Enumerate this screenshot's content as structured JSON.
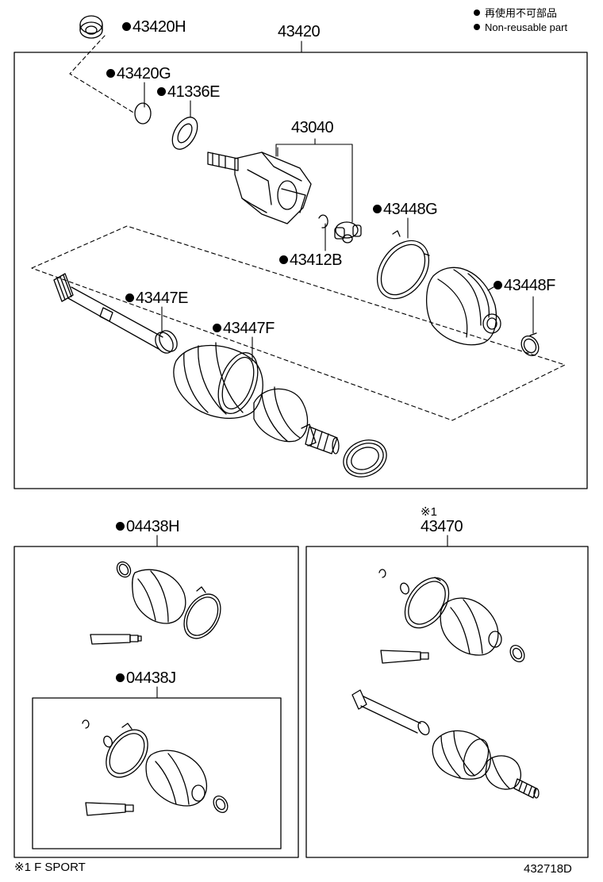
{
  "legend": {
    "line_ja": "再使用不可部品",
    "line_en": "Non-reusable part"
  },
  "assemblies": {
    "main": "43420",
    "inner_joint": "43040",
    "boot_kit_outer": "04438H",
    "boot_kit_inner": "04438J",
    "fsport_ref": "※1",
    "fsport_assy": "43470"
  },
  "parts": {
    "p43420H": "43420H",
    "p43420G": "43420G",
    "p41336E": "41336E",
    "p43448G": "43448G",
    "p43412B": "43412B",
    "p43448F": "43448F",
    "p43447E": "43447E",
    "p43447F": "43447F"
  },
  "footnote": "※1 F SPORT",
  "diagram_code": "432718D"
}
